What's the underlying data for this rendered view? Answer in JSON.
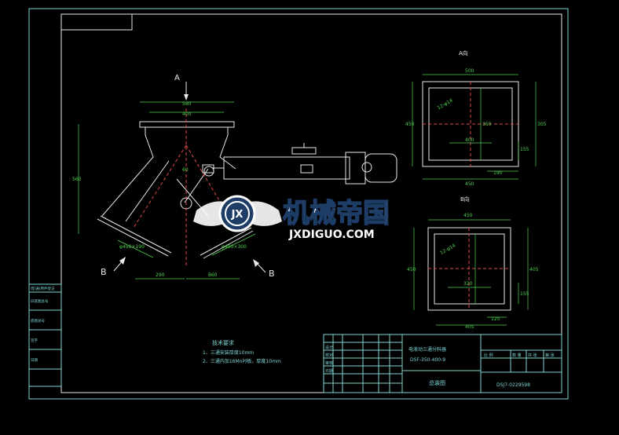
{
  "views": {
    "main": {
      "arrow_a": "A",
      "arrow_b_left": "B",
      "arrow_b_right": "B",
      "dim_top_outer": "580",
      "dim_top_inner": "400",
      "dim_height": "560",
      "dim_bottom_left": "290",
      "dim_bottom_right": "860",
      "angle": "60",
      "dim_diag_left": "φ450×190",
      "dim_diag_right": "φ400×300"
    },
    "a_view": {
      "title": "A向",
      "dim_top": "500",
      "dim_left": "450",
      "dim_mid": "400",
      "dim_inner_h": "350",
      "dim_right": "305",
      "dim_small": "155",
      "dim_bottom_inner": "190",
      "dim_bottom": "450",
      "hole_note": "12-φ14"
    },
    "b_view": {
      "title": "B向",
      "dim_top": "450",
      "dim_left": "450",
      "dim_mid": "320",
      "dim_right": "405",
      "dim_small": "155",
      "dim_bottom_inner": "125",
      "dim_bottom": "405",
      "hole_note": "12-φ14"
    }
  },
  "tech_req": {
    "title": "技术要求",
    "line1": "1、三通安装厚度10mm",
    "line2": "2、三通内加16Mn衬板，厚度10mm"
  },
  "title_block": {
    "product_name": "电液动三通分料器",
    "model": "DSF-350-400-9",
    "drawing_title": "总装图",
    "drawing_no": "DSJ7-0229598",
    "cell_1": "比 例",
    "cell_2": "数 量",
    "cell_3": "共 张",
    "cell_4": "第 张",
    "cell_design": "设计",
    "cell_check": "校对",
    "cell_approve": "审核",
    "cell_date": "日期"
  },
  "side_table": {
    "row1": "借(通)用件登记",
    "row2": "旧底图总号",
    "row3": "底图总号",
    "row4": "签字",
    "row5": "日期"
  },
  "watermark": {
    "cn": "机械帝国",
    "en": "JXDIGUO.COM",
    "emblem": "JX"
  },
  "colors": {
    "background": "#000000",
    "frame": "#7fd6d6",
    "dimension": "#4fd14f",
    "centerline": "#e24a4a",
    "watermark": "#ffffff"
  }
}
